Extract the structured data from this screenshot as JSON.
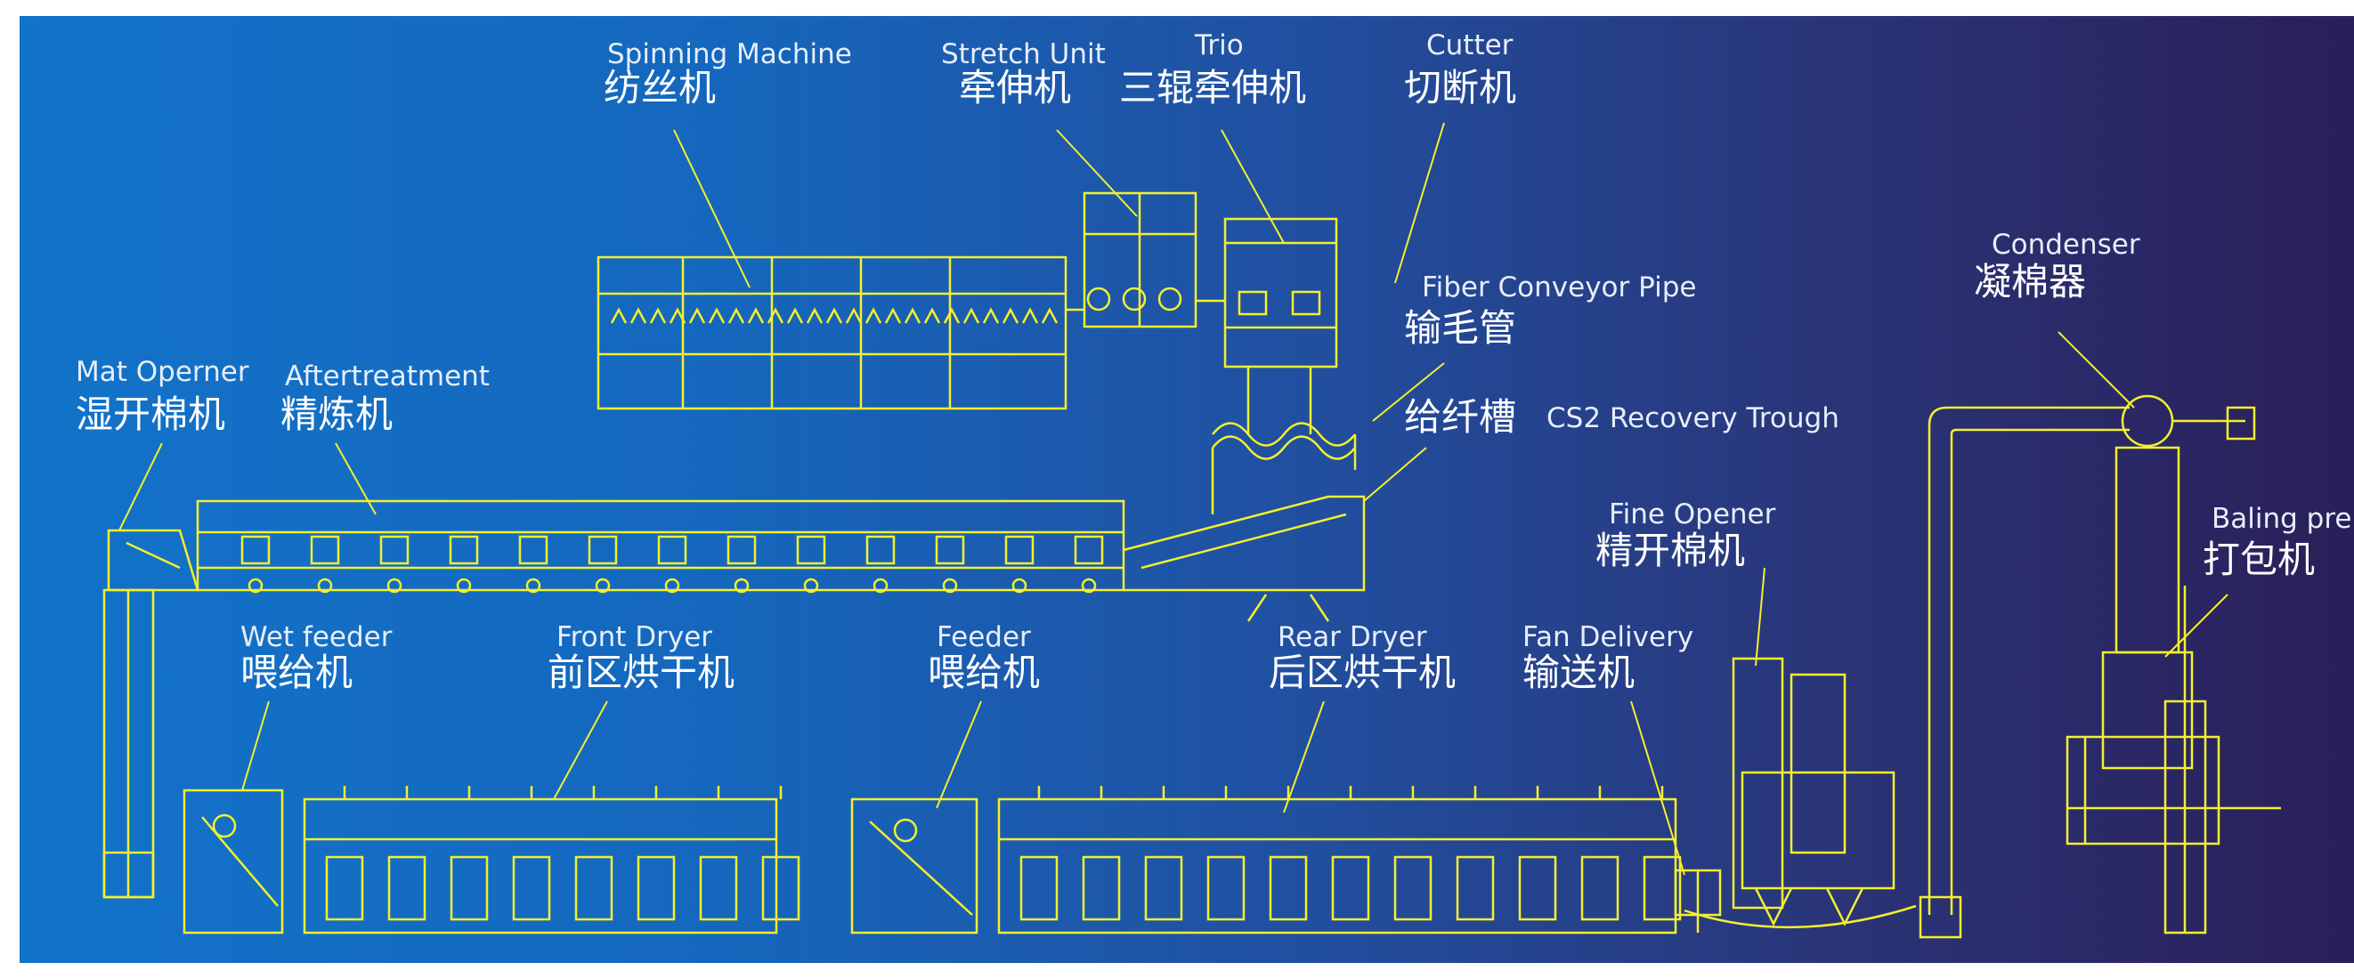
{
  "diagram": {
    "line_color": "#f4f02c",
    "background_colors": [
      "#1273c9",
      "#2a1f58"
    ],
    "labels": {
      "spinning_machine": {
        "en": "Spinning Machine",
        "cn": "纺丝机"
      },
      "stretch_unit": {
        "en": "Stretch Unit",
        "cn": "牵伸机"
      },
      "trio": {
        "en": "Trio",
        "cn": "三辊牵伸机"
      },
      "cutter": {
        "en": "Cutter",
        "cn": "切断机"
      },
      "fiber_conveyor_pipe": {
        "en": "Fiber Conveyor Pipe",
        "cn": "输毛管"
      },
      "cs2_recovery_trough": {
        "en": "CS2 Recovery Trough",
        "cn": "给纤槽"
      },
      "condenser": {
        "en": "Condenser",
        "cn": "凝棉器"
      },
      "mat_opener": {
        "en": "Mat Operner",
        "cn": "湿开棉机"
      },
      "aftertreatment": {
        "en": "Aftertreatment",
        "cn": "精炼机"
      },
      "fine_opener": {
        "en": "Fine Opener",
        "cn": "精开棉机"
      },
      "baling_press": {
        "en": "Baling pre",
        "cn": "打包机"
      },
      "wet_feeder": {
        "en": "Wet feeder",
        "cn": "喂给机"
      },
      "front_dryer": {
        "en": "Front Dryer",
        "cn": "前区烘干机"
      },
      "feeder": {
        "en": "Feeder",
        "cn": "喂给机"
      },
      "rear_dryer": {
        "en": "Rear Dryer",
        "cn": "后区烘干机"
      },
      "fan_delivery": {
        "en": "Fan Delivery",
        "cn": "输送机"
      }
    }
  }
}
